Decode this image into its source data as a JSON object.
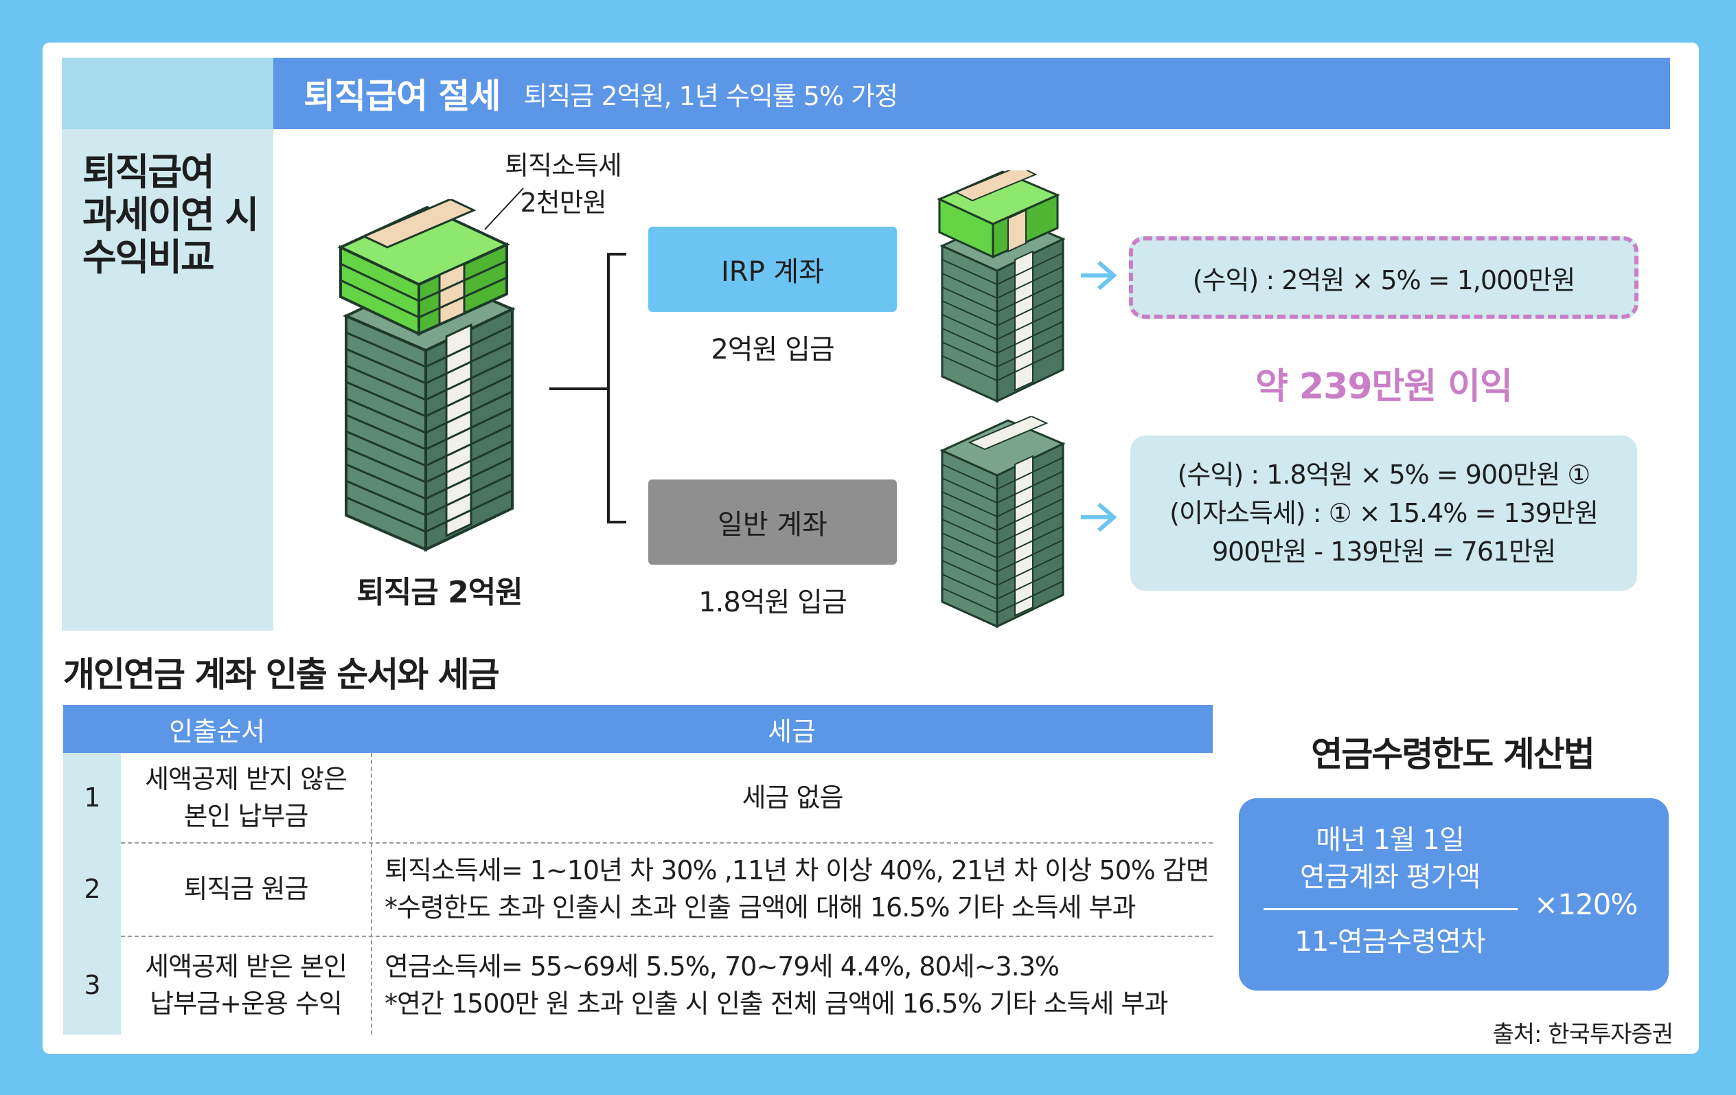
{
  "header": {
    "title": "퇴직급여 절세",
    "subtitle": "퇴직금 2억원, 1년 수익률 5% 가정"
  },
  "side_title": [
    "퇴직급여",
    "과세이연 시",
    "수익비교"
  ],
  "retirement": {
    "tax_label_line1": "퇴직소득세",
    "tax_label_line2": "2천만원",
    "amount_label": "퇴직금 2억원"
  },
  "irp": {
    "button": "IRP 계좌",
    "deposit": "2억원 입금",
    "formula": "(수익) : 2억원 × 5% = 1,000만원"
  },
  "general": {
    "button": "일반 계좌",
    "deposit": "1.8억원 입금",
    "formula_lines": [
      "(수익) : 1.8억원 × 5% = 900만원 ①",
      "(이자소득세) : ① × 15.4% = 139만원",
      "900만원 - 139만원 = 761만원"
    ]
  },
  "profit_label": "약 239만원 이익",
  "table": {
    "title": "개인연금 계좌 인출 순서와 세금",
    "headers": [
      "인출순서",
      "세금"
    ],
    "rows": [
      {
        "num": "1",
        "order": [
          "세액공제 받지 않은",
          "본인 납부금"
        ],
        "tax": [
          "세금 없음"
        ]
      },
      {
        "num": "2",
        "order": [
          "퇴직금 원금"
        ],
        "tax": [
          "퇴직소득세= 1~10년 차 30% ,11년 차 이상 40%, 21년 차 이상 50% 감면",
          "*수령한도 초과 인출시 초과 인출 금액에 대해 16.5% 기타 소득세 부과"
        ]
      },
      {
        "num": "3",
        "order": [
          "세액공제 받은 본인",
          "납부금+운용 수익"
        ],
        "tax": [
          "연금소득세= 55~69세 5.5%, 70~79세 4.4%, 80세~3.3%",
          "*연간 1500만 원 초과 인출 시 인출 전체 금액에 16.5% 기타 소득세 부과"
        ]
      }
    ]
  },
  "calc": {
    "title": "연금수령한도 계산법",
    "numerator_line1": "매년 1월 1일",
    "numerator_line2": "연금계좌 평가액",
    "denominator": "11-연금수령연차",
    "multiplier": "×120%"
  },
  "source": "출처: 한국투자증권",
  "colors": {
    "background": "#6cc4f2",
    "header_blue": "#5c96e6",
    "light_teal": "#cfe9ee",
    "pink": "#c97ec7",
    "stack_green": "#5d8a72",
    "bill_green": "#64d444"
  },
  "icons": [
    "money-stack-icon",
    "arrow-right-icon"
  ]
}
